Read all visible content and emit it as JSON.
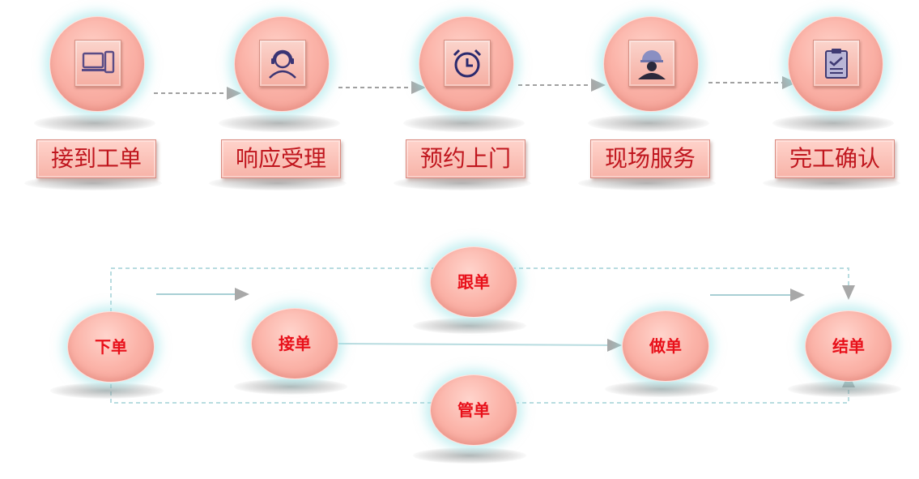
{
  "steps": [
    {
      "label": "接到工单",
      "icon": "devices-icon"
    },
    {
      "label": "响应受理",
      "icon": "headset-agent-icon"
    },
    {
      "label": "预约上门",
      "icon": "alarm-clock-icon"
    },
    {
      "label": "现场服务",
      "icon": "hardhat-worker-icon"
    },
    {
      "label": "完工确认",
      "icon": "clipboard-check-icon"
    }
  ],
  "flow": {
    "nodes": {
      "place_order": "下单",
      "accept_order": "接单",
      "do_order": "做单",
      "finish_order": "结单",
      "follow_order": "跟单",
      "manage_order": "管单"
    }
  },
  "colors": {
    "circle_fill": "#fbb3a8",
    "label_text": "#c0161e",
    "node_text": "#e8101a",
    "arrow_gray": "#a0a0a0",
    "glow_cyan": "#96e1e6"
  }
}
